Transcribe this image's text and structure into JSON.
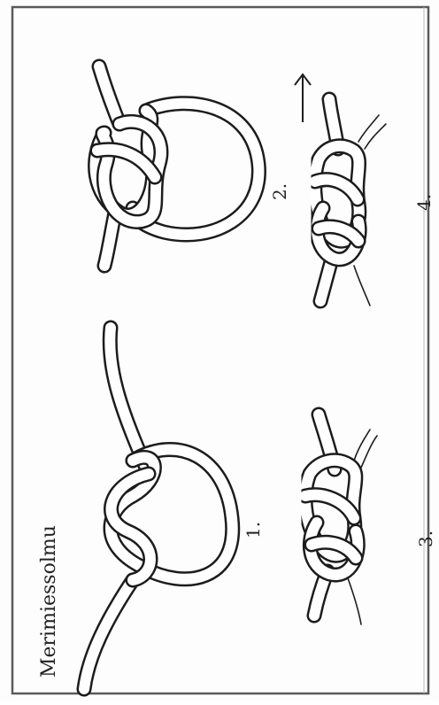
{
  "title": "Merimiessolmu",
  "steps": [
    {
      "label": "1."
    },
    {
      "label": "2."
    },
    {
      "label": "3."
    },
    {
      "label": "4."
    }
  ],
  "arrow_glyph": "→",
  "colors": {
    "rope_outline": "#1e1e1e",
    "rope_fill": "#ffffff",
    "frame": "#555555",
    "background": "#ffffff"
  }
}
